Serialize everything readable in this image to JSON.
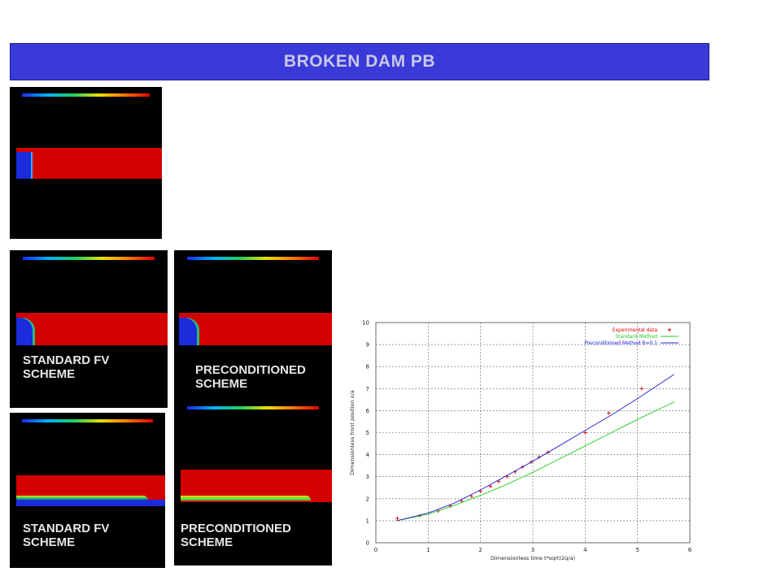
{
  "banner": {
    "title": "BROKEN DAM PB"
  },
  "panels": {
    "label_standard": "STANDARD FV\nSCHEME",
    "label_preconditioned": "PRECONDITIONED\nSCHEME"
  },
  "colors": {
    "water": "#d40000",
    "air": "#1c2bdb",
    "background": "#000000",
    "banner": "#3a3ad8"
  },
  "chart_data": {
    "type": "line",
    "xlabel": "Dimensionless time t*sqrt(2g/a)",
    "ylabel": "Dimensionless front position x/a",
    "xlim": [
      0,
      6
    ],
    "ylim": [
      0,
      10
    ],
    "xticks": [
      0,
      1,
      2,
      3,
      4,
      5,
      6
    ],
    "yticks": [
      0,
      1,
      2,
      3,
      4,
      5,
      6,
      7,
      8,
      9,
      10
    ],
    "grid": true,
    "legend_position": "top-right",
    "series": [
      {
        "name": "Experimental data",
        "style": "points",
        "color": "#e00000",
        "x": [
          0.41,
          0.84,
          1.19,
          1.43,
          1.64,
          1.83,
          2.0,
          2.19,
          2.35,
          2.51,
          2.66,
          2.8,
          2.97,
          3.12,
          3.29,
          4.0,
          4.45,
          5.08
        ],
        "y": [
          1.11,
          1.22,
          1.44,
          1.67,
          1.89,
          2.11,
          2.33,
          2.56,
          2.78,
          3.0,
          3.22,
          3.44,
          3.67,
          3.89,
          4.11,
          5.0,
          5.89,
          7.0
        ]
      },
      {
        "name": "Standard Method",
        "style": "line",
        "color": "#22cc22",
        "x": [
          0.4,
          1.0,
          1.5,
          2.0,
          2.5,
          3.0,
          3.5,
          4.0,
          4.5,
          5.0,
          5.7
        ],
        "y": [
          1.0,
          1.3,
          1.7,
          2.15,
          2.65,
          3.2,
          3.8,
          4.4,
          5.0,
          5.6,
          6.4
        ]
      },
      {
        "name": "Preconditioned Method B=0.1",
        "style": "line",
        "color": "#2020d0",
        "x": [
          0.4,
          1.0,
          1.5,
          2.0,
          2.5,
          3.0,
          3.5,
          4.0,
          4.5,
          5.0,
          5.7
        ],
        "y": [
          1.0,
          1.35,
          1.8,
          2.4,
          3.05,
          3.7,
          4.4,
          5.1,
          5.8,
          6.55,
          7.65
        ]
      }
    ]
  }
}
